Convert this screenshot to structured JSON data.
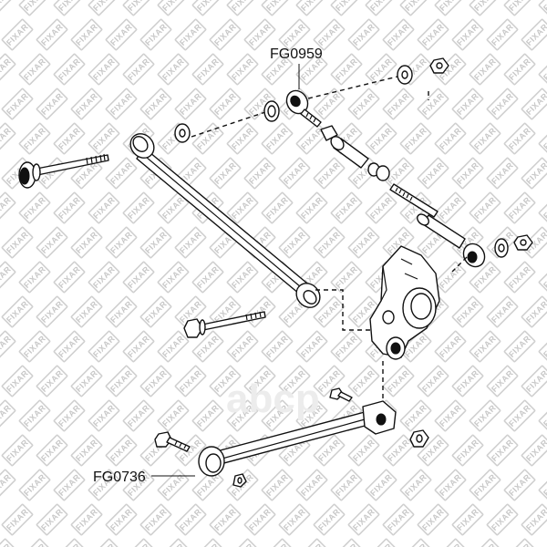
{
  "callouts": {
    "upper_part_number": "FG0959",
    "lower_part_number": "FG0736"
  },
  "watermark": {
    "brand": "FIXAR",
    "logo": "abcp"
  },
  "colors": {
    "line": "#111111",
    "watermark": "#c8c8c8",
    "background": "#ffffff"
  }
}
